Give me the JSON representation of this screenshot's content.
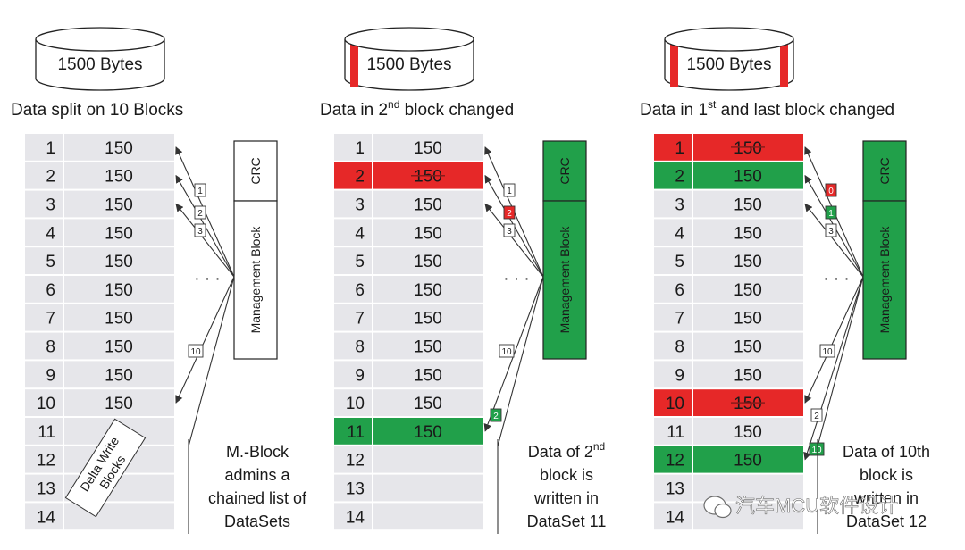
{
  "colors": {
    "gray": "#e6e6ea",
    "red": "#e62828",
    "green": "#21a04a",
    "line": "#444444"
  },
  "panels": [
    {
      "drum_label": "1500 Bytes",
      "drum_red_left": false,
      "drum_red_right": false,
      "heading": {
        "before": "Data split on 10 Blocks",
        "sup": "",
        "after": ""
      },
      "rows": [
        {
          "num": "1",
          "val": "150",
          "state": "normal"
        },
        {
          "num": "2",
          "val": "150",
          "state": "normal"
        },
        {
          "num": "3",
          "val": "150",
          "state": "normal"
        },
        {
          "num": "4",
          "val": "150",
          "state": "normal"
        },
        {
          "num": "5",
          "val": "150",
          "state": "normal"
        },
        {
          "num": "6",
          "val": "150",
          "state": "normal"
        },
        {
          "num": "7",
          "val": "150",
          "state": "normal"
        },
        {
          "num": "8",
          "val": "150",
          "state": "normal"
        },
        {
          "num": "9",
          "val": "150",
          "state": "normal"
        },
        {
          "num": "10",
          "val": "150",
          "state": "normal"
        },
        {
          "num": "11",
          "val": "",
          "state": "normal"
        },
        {
          "num": "12",
          "val": "",
          "state": "normal"
        },
        {
          "num": "13",
          "val": "",
          "state": "normal"
        },
        {
          "num": "14",
          "val": "",
          "state": "normal"
        }
      ],
      "mgmt": {
        "crc": "CRC",
        "block": "Management Block",
        "filled": false
      },
      "ellipsis": "· · ·",
      "badges": [
        {
          "label": "1",
          "state": "normal"
        },
        {
          "label": "2",
          "state": "normal"
        },
        {
          "label": "3",
          "state": "normal"
        },
        {
          "label": "10",
          "state": "normal"
        }
      ],
      "delta_label": [
        "Delta Write",
        "Blocks"
      ],
      "note": [
        "M.-Block",
        "admins a",
        "chained list of",
        "DataSets"
      ]
    },
    {
      "drum_label": "1500 Bytes",
      "drum_red_left": true,
      "drum_red_right": false,
      "heading": {
        "before": "Data in 2",
        "sup": "nd",
        "after": " block changed"
      },
      "rows": [
        {
          "num": "1",
          "val": "150",
          "state": "normal"
        },
        {
          "num": "2",
          "val": "150",
          "state": "red-strike"
        },
        {
          "num": "3",
          "val": "150",
          "state": "normal"
        },
        {
          "num": "4",
          "val": "150",
          "state": "normal"
        },
        {
          "num": "5",
          "val": "150",
          "state": "normal"
        },
        {
          "num": "6",
          "val": "150",
          "state": "normal"
        },
        {
          "num": "7",
          "val": "150",
          "state": "normal"
        },
        {
          "num": "8",
          "val": "150",
          "state": "normal"
        },
        {
          "num": "9",
          "val": "150",
          "state": "normal"
        },
        {
          "num": "10",
          "val": "150",
          "state": "normal"
        },
        {
          "num": "11",
          "val": "150",
          "state": "green"
        },
        {
          "num": "12",
          "val": "",
          "state": "normal"
        },
        {
          "num": "13",
          "val": "",
          "state": "normal"
        },
        {
          "num": "14",
          "val": "",
          "state": "normal"
        }
      ],
      "mgmt": {
        "crc": "CRC",
        "block": "Management Block",
        "filled": true
      },
      "ellipsis": "· · ·",
      "badges": [
        {
          "label": "1",
          "state": "normal"
        },
        {
          "label": "2",
          "state": "red"
        },
        {
          "label": "3",
          "state": "normal"
        },
        {
          "label": "10",
          "state": "normal"
        },
        {
          "label": "2",
          "state": "green"
        }
      ],
      "note": [
        {
          "before": "Data of 2",
          "sup": "nd",
          "after": ""
        },
        {
          "before": "block is",
          "sup": "",
          "after": ""
        },
        {
          "before": "written in",
          "sup": "",
          "after": ""
        },
        {
          "before": "DataSet 11",
          "sup": "",
          "after": ""
        }
      ]
    },
    {
      "drum_label": "1500 Bytes",
      "drum_red_left": true,
      "drum_red_right": true,
      "heading": {
        "before": "Data in 1",
        "sup": "st",
        "after": " and last block changed"
      },
      "rows": [
        {
          "num": "1",
          "val": "150",
          "state": "red-strike"
        },
        {
          "num": "2",
          "val": "150",
          "state": "green"
        },
        {
          "num": "3",
          "val": "150",
          "state": "normal"
        },
        {
          "num": "4",
          "val": "150",
          "state": "normal"
        },
        {
          "num": "5",
          "val": "150",
          "state": "normal"
        },
        {
          "num": "6",
          "val": "150",
          "state": "normal"
        },
        {
          "num": "7",
          "val": "150",
          "state": "normal"
        },
        {
          "num": "8",
          "val": "150",
          "state": "normal"
        },
        {
          "num": "9",
          "val": "150",
          "state": "normal"
        },
        {
          "num": "10",
          "val": "150",
          "state": "red-strike"
        },
        {
          "num": "11",
          "val": "150",
          "state": "normal"
        },
        {
          "num": "12",
          "val": "150",
          "state": "green"
        },
        {
          "num": "13",
          "val": "",
          "state": "normal"
        },
        {
          "num": "14",
          "val": "",
          "state": "normal"
        }
      ],
      "mgmt": {
        "crc": "CRC",
        "block": "Management Block",
        "filled": true
      },
      "ellipsis": "· · ·",
      "badges": [
        {
          "label": "0",
          "state": "red"
        },
        {
          "label": "1",
          "state": "green"
        },
        {
          "label": "3",
          "state": "normal"
        },
        {
          "label": "10",
          "state": "normal"
        },
        {
          "label": "2",
          "state": "normal"
        },
        {
          "label": "10",
          "state": "green"
        }
      ],
      "note": [
        "Data of 10th",
        "block is",
        "written in",
        "DataSet 12"
      ]
    }
  ],
  "watermark": "汽车MCU软件设计"
}
